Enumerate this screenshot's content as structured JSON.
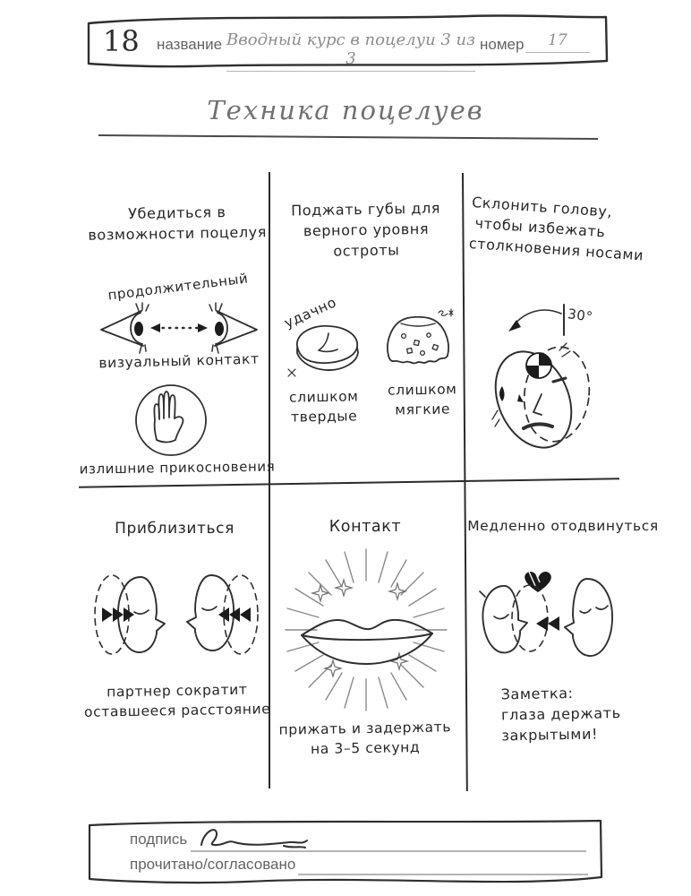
{
  "header": {
    "page_number": "18",
    "name_label": "название",
    "name_value": "Вводный курс в поцелуи 3 из 3",
    "number_label": "номер",
    "number_value": "17"
  },
  "page_title": "Техника поцелуев",
  "panels": {
    "ensure": {
      "title_lines": [
        "Убедиться в",
        "возможности поцелуя"
      ],
      "duration_label": "продолжительный",
      "visual_label": "визуальный контакт",
      "touch_label": "излишние прикосновения"
    },
    "firmness": {
      "title_lines": [
        "Поджать губы для",
        "верного уровня",
        "остроты"
      ],
      "good_label": "удачно",
      "hard_lines": [
        "слишком",
        "твердые"
      ],
      "soft_lines": [
        "слишком",
        "мягкие"
      ]
    },
    "tilt": {
      "title_lines": [
        "Склонить голову,",
        "чтобы избежать",
        "столкновения носами"
      ],
      "angle_label": "30°"
    },
    "approach": {
      "title": "Приблизиться",
      "caption_lines": [
        "партнер сократит",
        "оставшееся расстояние"
      ]
    },
    "contact": {
      "title": "Контакт",
      "caption_lines": [
        "прижать и задержать",
        "на 3–5 секунд"
      ]
    },
    "pullback": {
      "title": "Медленно отодвинуться",
      "note_lines": [
        "Заметка:",
        "глаза держать",
        "закрытыми!"
      ]
    }
  },
  "footer": {
    "signature_label": "подпись",
    "agreed_label": "прочитано/согласовано"
  },
  "colors": {
    "ink": "#2f2f2f",
    "printed_gray": "#636363",
    "script_gray": "#8c8c8c"
  }
}
